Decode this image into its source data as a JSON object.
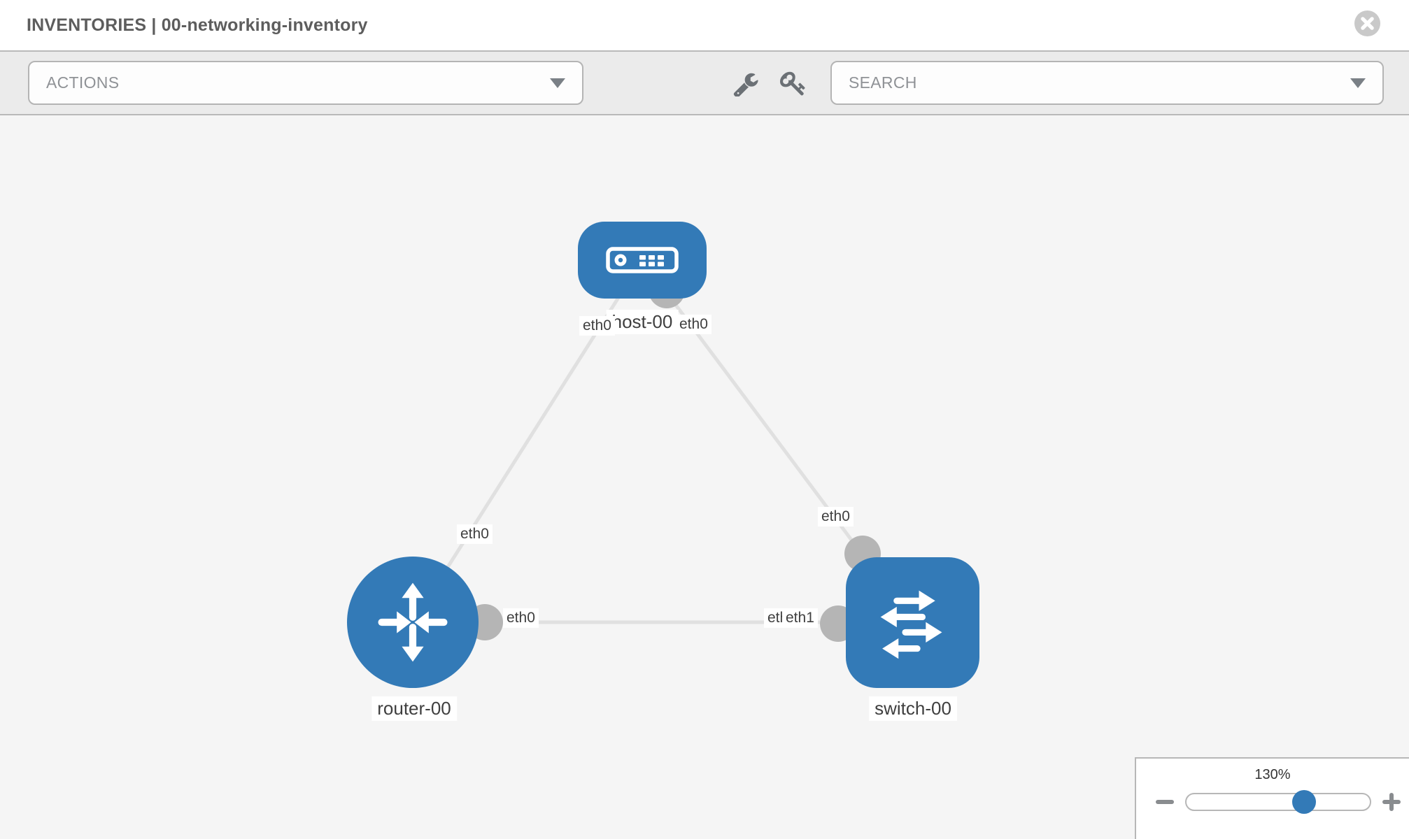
{
  "header": {
    "title": "INVENTORIES | 00-networking-inventory"
  },
  "toolbar": {
    "actions_label": "ACTIONS",
    "search_label": "SEARCH"
  },
  "topology": {
    "nodes": [
      {
        "label": "host-00",
        "type": "host"
      },
      {
        "label": "router-00",
        "type": "router"
      },
      {
        "label": "switch-00",
        "type": "switch"
      }
    ],
    "links": [
      {
        "from": "host-00",
        "to": "router-00",
        "from_interface": "eth0",
        "to_interface": "eth0"
      },
      {
        "from": "host-00",
        "to": "switch-00",
        "from_interface": "eth0",
        "to_interface": "eth0"
      },
      {
        "from": "router-00",
        "to": "switch-00",
        "from_interface": "eth0",
        "to_interface": "eth1"
      }
    ],
    "port_labels": {
      "host_left": "eth0",
      "host_right": "eth0",
      "router_link": "eth0",
      "switch_link": "eth0",
      "router_port": "eth0",
      "switch_port_under": "eth0",
      "switch_port": "eth1"
    }
  },
  "zoom_control": {
    "level": "130%",
    "percent": 64
  },
  "colors": {
    "node_blue": "#337ab7",
    "link_gray": "#e0e0e0",
    "connector_gray": "#b5b5b5",
    "canvas_bg": "#f5f5f5",
    "toolbar_bg": "#ebebeb"
  }
}
